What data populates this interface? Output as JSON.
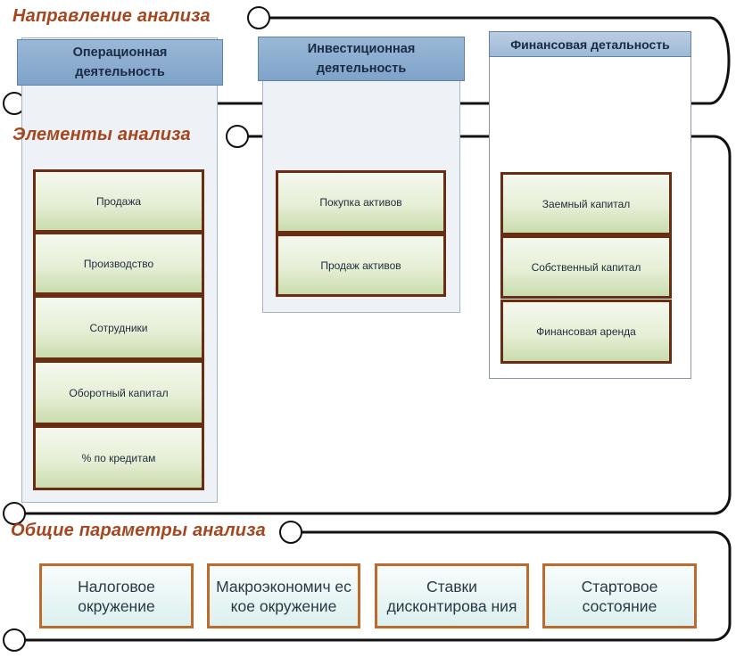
{
  "sections": {
    "direction": "Направление анализа",
    "elements": "Элементы анализа",
    "general": "Общие параметры анализа"
  },
  "columns": [
    {
      "title": "Операционная деятельность",
      "items": [
        "Продажа",
        "Производство",
        "Сотрудники",
        "Оборотный капитал",
        "% по кредитам"
      ]
    },
    {
      "title": "Инвестиционная деятельность",
      "items": [
        "Покупка активов",
        "Продаж активов"
      ]
    },
    {
      "title": "Финансовая детальность",
      "items": [
        "Заемный капитал",
        "Собственный капитал",
        "Финансовая аренда"
      ]
    }
  ],
  "params": [
    "Налоговое окружение",
    "Макроэкономич ес кое окружение",
    "Ставки дисконтирова ния",
    "Стартовое состояние"
  ],
  "colors": {
    "section_title": "#a5461e",
    "element_border": "#6b2d12",
    "param_border": "#bd6a2b",
    "header_fill": "#8eb0d2",
    "frame_line": "#111111"
  }
}
